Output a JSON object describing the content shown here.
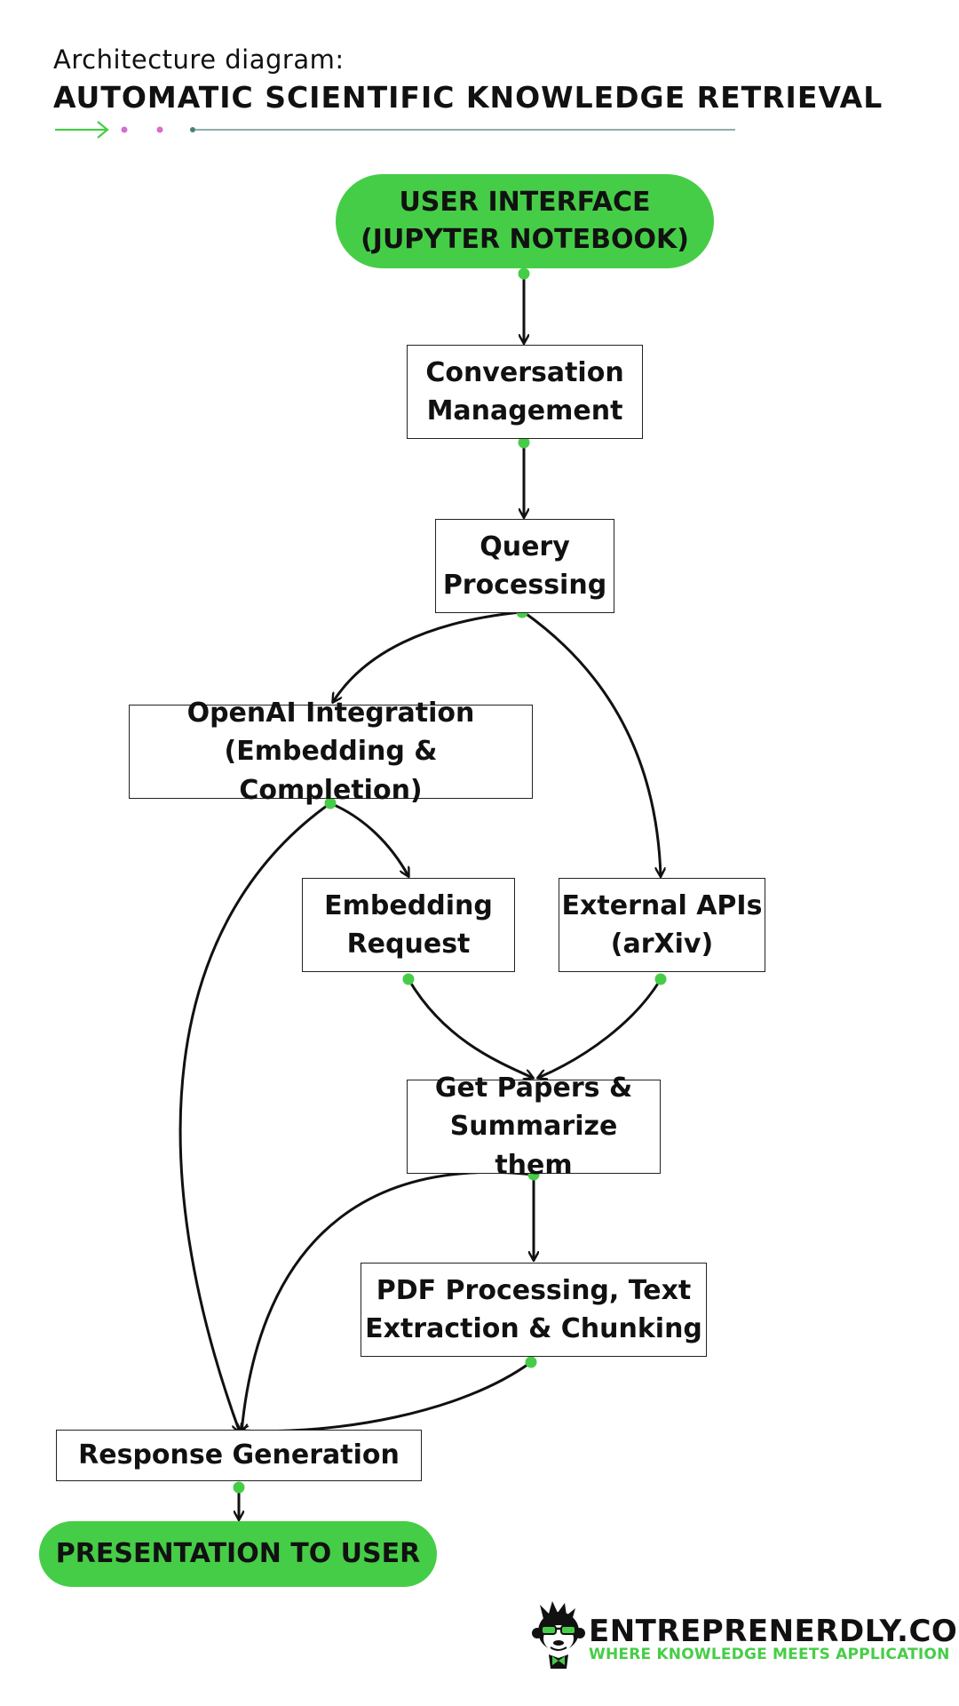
{
  "header": {
    "subtitle": "Architecture diagram:",
    "title": "AUTOMATIC SCIENTIFIC KNOWLEDGE RETRIEVAL"
  },
  "nodes": {
    "user_interface": "USER INTERFACE\n(JUPYTER NOTEBOOK)",
    "conversation_management": "Conversation\nManagement",
    "query_processing": "Query\nProcessing",
    "openai_integration": "OpenAI Integration\n(Embedding & Completion)",
    "embedding_request": "Embedding\nRequest",
    "external_apis": "External APIs\n(arXiv)",
    "get_papers": "Get Papers &\nSummarize them",
    "pdf_processing": "PDF Processing, Text\nExtraction & Chunking",
    "response_generation": "Response Generation",
    "presentation": "PRESENTATION TO USER"
  },
  "brand": {
    "name": "ENTREPRENERDLY.COM",
    "tagline": "WHERE KNOWLEDGE MEETS APPLICATION"
  },
  "colors": {
    "accent": "#46cd47",
    "ink": "#111111",
    "pink_dot": "#d36fd0",
    "teal_line": "#4a7f78"
  }
}
